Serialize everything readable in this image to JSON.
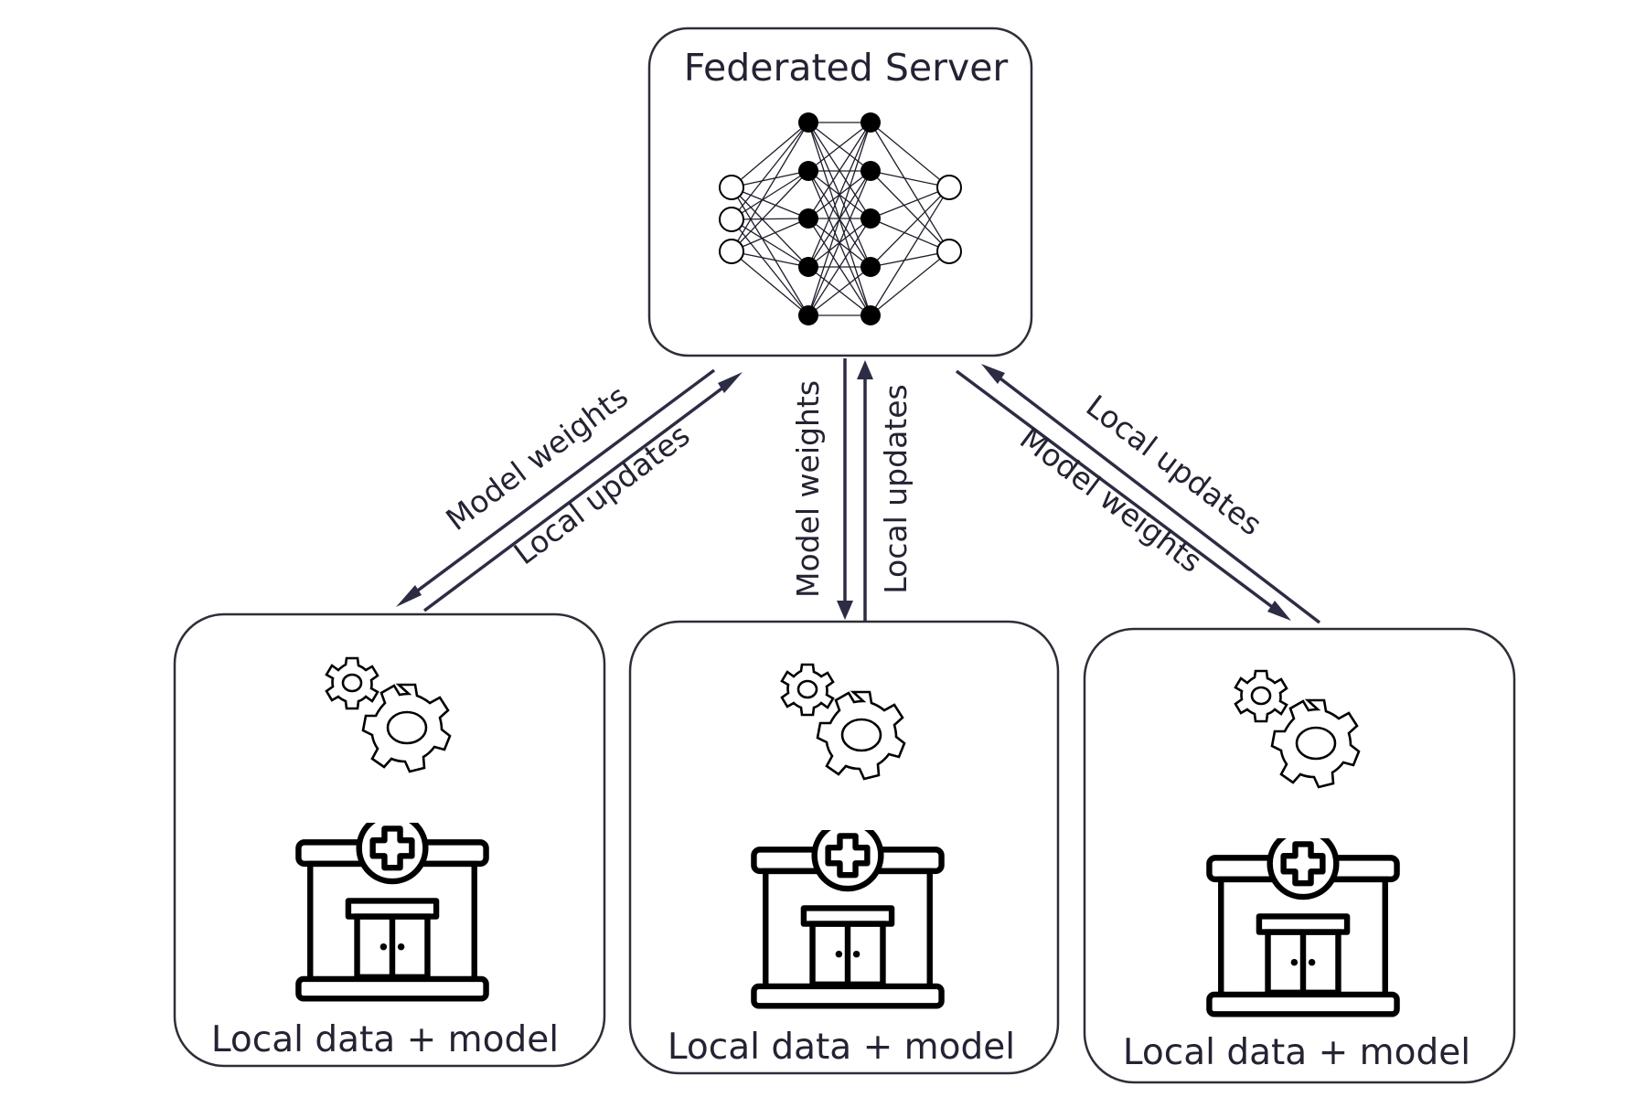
{
  "server": {
    "title": "Federated Server",
    "icon": "neural-network-icon"
  },
  "clients": [
    {
      "label": "Local data + model",
      "icons": [
        "gears-icon",
        "hospital-icon"
      ]
    },
    {
      "label": "Local data + model",
      "icons": [
        "gears-icon",
        "hospital-icon"
      ]
    },
    {
      "label": "Local data + model",
      "icons": [
        "gears-icon",
        "hospital-icon"
      ]
    }
  ],
  "flows": [
    {
      "from": "Federated Server",
      "to": "client 1",
      "label": "Model weights"
    },
    {
      "from": "client 1",
      "to": "Federated Server",
      "label": "Local updates"
    },
    {
      "from": "Federated Server",
      "to": "client 2",
      "label": "Model weights"
    },
    {
      "from": "client 2",
      "to": "Federated Server",
      "label": "Local updates"
    },
    {
      "from": "Federated Server",
      "to": "client 3",
      "label": "Model weights"
    },
    {
      "from": "client 3",
      "to": "Federated Server",
      "label": "Local updates"
    }
  ],
  "colors": {
    "box_stroke": "#2e2e38",
    "arrow": "#2c2c44",
    "text": "#232333",
    "icon": "#000000"
  }
}
